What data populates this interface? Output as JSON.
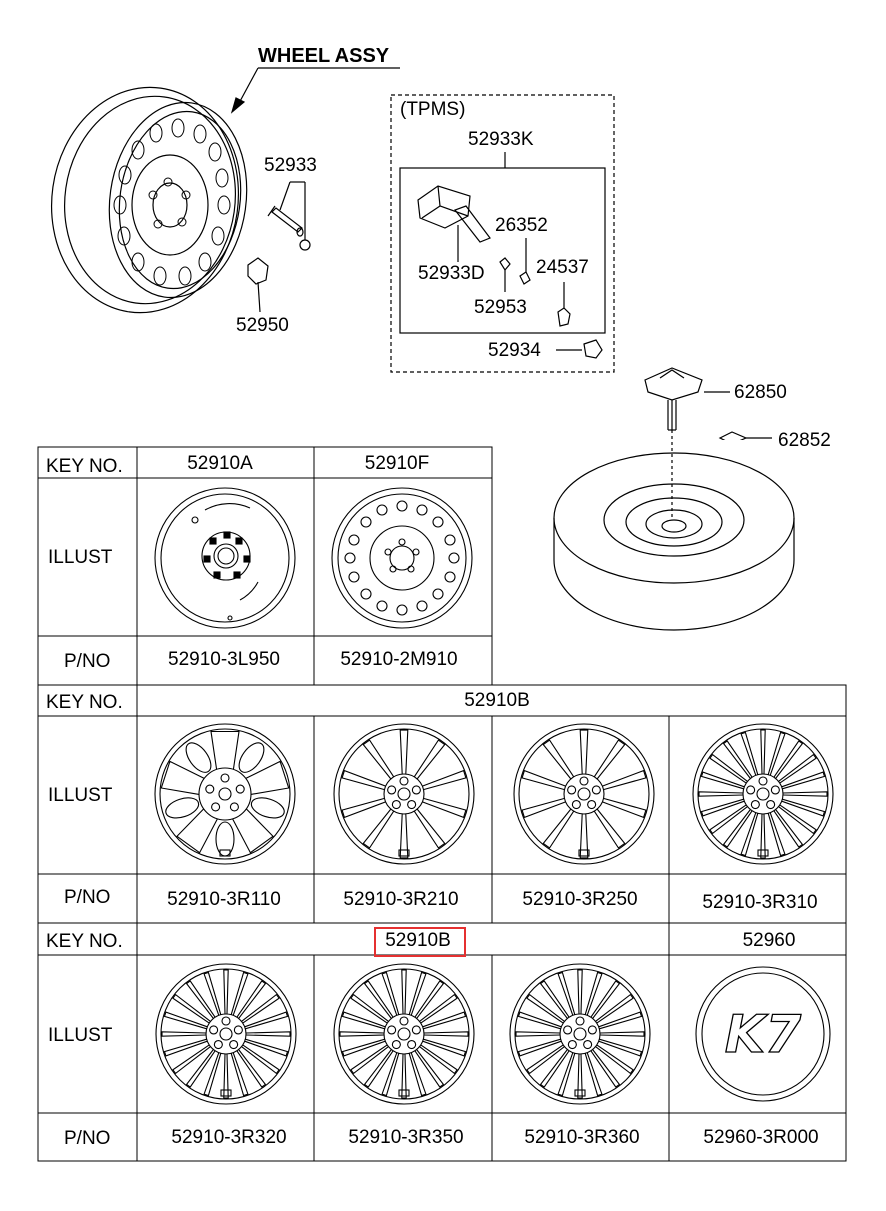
{
  "diagram": {
    "assembly_label": "WHEEL ASSY",
    "tpms_label": "(TPMS)",
    "parts": {
      "valve": "52933",
      "nut": "52950",
      "tpms_kit": "52933K",
      "sensor": "52933D",
      "grommet": "26352",
      "screw": "24537",
      "washer": "52953",
      "cap": "52934",
      "spare_bolt": "62850",
      "spare_plug": "62852"
    }
  },
  "table1": {
    "key_no_label": "KEY NO.",
    "illust_label": "ILLUST",
    "pno_label": "P/NO",
    "columns": [
      {
        "key": "52910A",
        "pno": "52910-3L950",
        "icon": "steel-wheel-spare-icon"
      },
      {
        "key": "52910F",
        "pno": "52910-2M910",
        "icon": "steel-wheel-icon"
      }
    ]
  },
  "table2": {
    "key_no_label": "KEY NO.",
    "illust_label": "ILLUST",
    "pno_label": "P/NO",
    "key": "52910B",
    "pnos": [
      "52910-3R110",
      "52910-3R210",
      "52910-3R250",
      "52910-3R310"
    ]
  },
  "table3": {
    "key_no_label": "KEY NO.",
    "illust_label": "ILLUST",
    "pno_label": "P/NO",
    "key_wheel": "52910B",
    "key_cap": "52960",
    "pnos": [
      "52910-3R320",
      "52910-3R350",
      "52910-3R360",
      "52960-3R000"
    ],
    "cap_logo": "K7"
  },
  "colors": {
    "line": "#000000",
    "highlight": "#e53030",
    "background": "#ffffff"
  }
}
